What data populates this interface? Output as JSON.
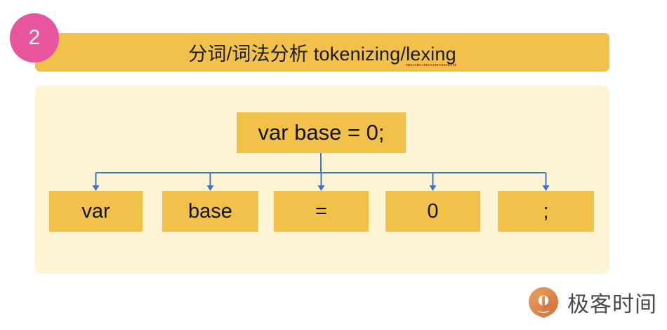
{
  "slide": {
    "step_badge": {
      "number": "2"
    },
    "title": {
      "prefix": "分词/词法分析 tokenizing/",
      "misspelled": "lexing",
      "full": "分词/词法分析 tokenizing/lexing"
    },
    "diagram": {
      "source_code": "var base = 0;",
      "tokens": [
        {
          "label": "var"
        },
        {
          "label": "base"
        },
        {
          "label": "="
        },
        {
          "label": "0"
        },
        {
          "label": ";"
        }
      ],
      "connector_style": "tree-with-down-arrows"
    },
    "brand": {
      "name": "极客时间",
      "icon": "geektime-logo-icon"
    },
    "colors": {
      "badge_pink": "#E8559F",
      "accent_yellow": "#F2C14A",
      "panel_cream": "#FCF4D3",
      "connector_blue": "#4472C4",
      "spellcheck_red": "#E03131",
      "brand_orange": "#E08B45",
      "text_dark": "#111111",
      "brand_text_gray": "#4A4A4A",
      "page_white": "#FFFFFF"
    }
  }
}
